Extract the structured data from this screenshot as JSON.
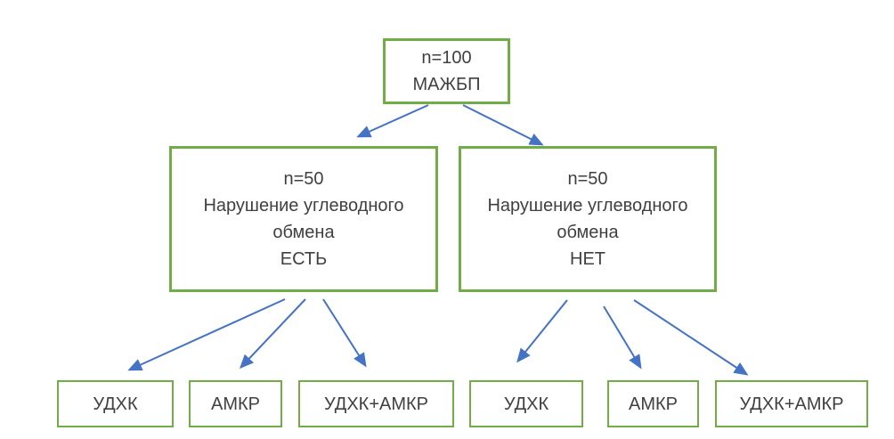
{
  "diagram": {
    "colors": {
      "box_border": "#70ad47",
      "arrow": "#4472c4",
      "text": "#404040",
      "background": "#ffffff"
    },
    "root": {
      "lines": [
        "n=100",
        "МАЖБП"
      ]
    },
    "branches": [
      {
        "lines": [
          "n=50",
          "Нарушение углеводного",
          "обмена",
          "ЕСТЬ"
        ]
      },
      {
        "lines": [
          "n=50",
          "Нарушение углеводного",
          "обмена",
          "НЕТ"
        ]
      }
    ],
    "leaves": [
      {
        "label": "УДХК"
      },
      {
        "label": "АМКР"
      },
      {
        "label": "УДХК+АМКР"
      },
      {
        "label": "УДХК"
      },
      {
        "label": "АМКР"
      },
      {
        "label": "УДХК+АМКР"
      }
    ]
  }
}
